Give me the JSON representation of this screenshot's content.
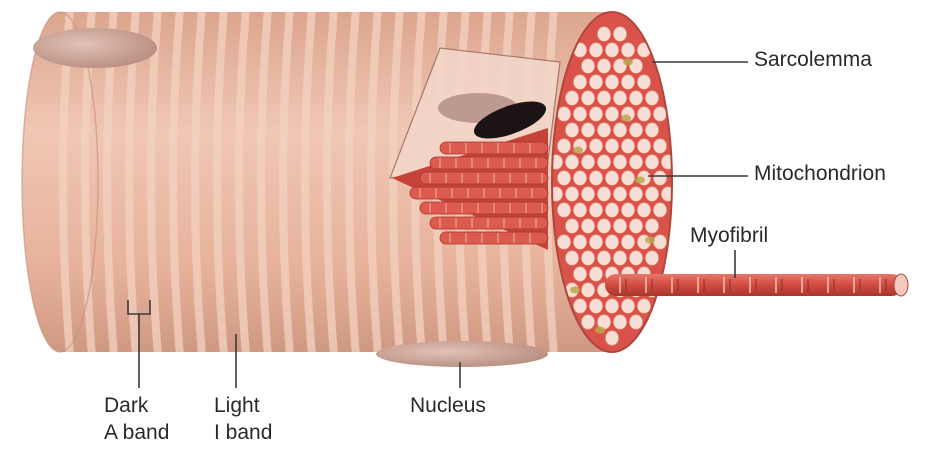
{
  "labels": {
    "sarcolemma": "Sarcolemma",
    "mitochondrion": "Mitochondrion",
    "myofibril": "Myofibril",
    "nucleus": "Nucleus",
    "dark_band_line1": "Dark",
    "dark_band_line2": "A band",
    "light_band_line1": "Light",
    "light_band_line2": "I band"
  },
  "colors": {
    "fiber": "#e9b9a3",
    "fiber_stripe": "#f3d2c2",
    "cross_section": "#d9534a",
    "myofibril_disc": "#f7dfd6",
    "myofibril_rod": "#d24b40",
    "nucleus": "#c8a396",
    "label_text": "#2a2a2a",
    "leader_line": "#3a3a3a"
  }
}
